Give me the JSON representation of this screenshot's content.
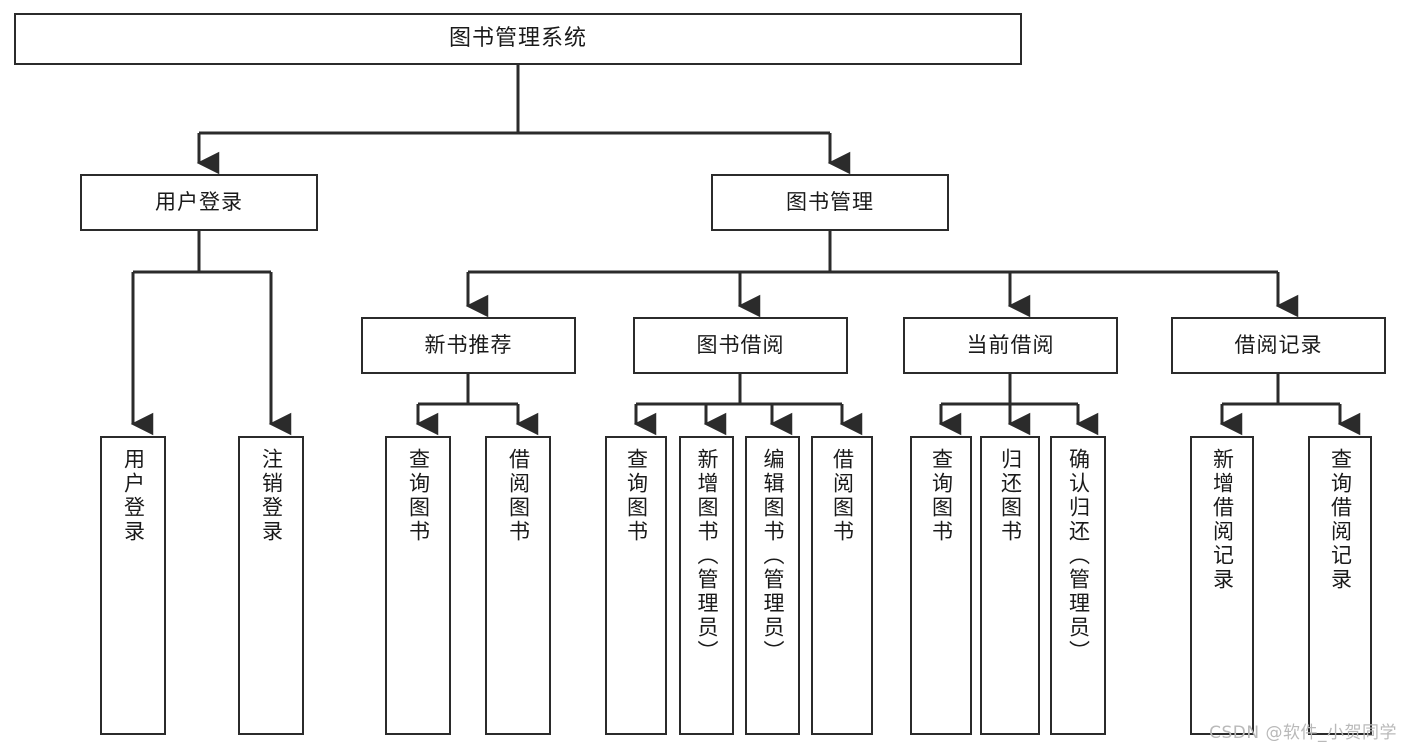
{
  "diagram": {
    "title": "图书管理系统",
    "type": "tree-hierarchy",
    "watermark": "CSDN @软件_小贺同学",
    "colors": {
      "box_border": "#2b2b2b",
      "box_fill": "#ffffff",
      "line": "#2b2b2b",
      "text": "#1a1a1a",
      "watermark": "#b9b9b9"
    }
  },
  "nodes": {
    "root": {
      "label": "图书管理系统"
    },
    "level1": [
      {
        "label": "用户登录"
      },
      {
        "label": "图书管理"
      }
    ],
    "level2": [
      {
        "label": "新书推荐"
      },
      {
        "label": "图书借阅"
      },
      {
        "label": "当前借阅"
      },
      {
        "label": "借阅记录"
      }
    ],
    "leaves": {
      "user_login": [
        {
          "label": "用户登录"
        },
        {
          "label": "注销登录"
        }
      ],
      "new_book": [
        {
          "label": "查询图书"
        },
        {
          "label": "借阅图书"
        }
      ],
      "book_borrow": [
        {
          "label": "查询图书"
        },
        {
          "label": "新增图书（管理员）"
        },
        {
          "label": "编辑图书（管理员）"
        },
        {
          "label": "借阅图书"
        }
      ],
      "current_borrow": [
        {
          "label": "查询图书"
        },
        {
          "label": "归还图书"
        },
        {
          "label": "确认归还（管理员）"
        }
      ],
      "borrow_record": [
        {
          "label": "新增借阅记录"
        },
        {
          "label": "查询借阅记录"
        }
      ]
    }
  }
}
